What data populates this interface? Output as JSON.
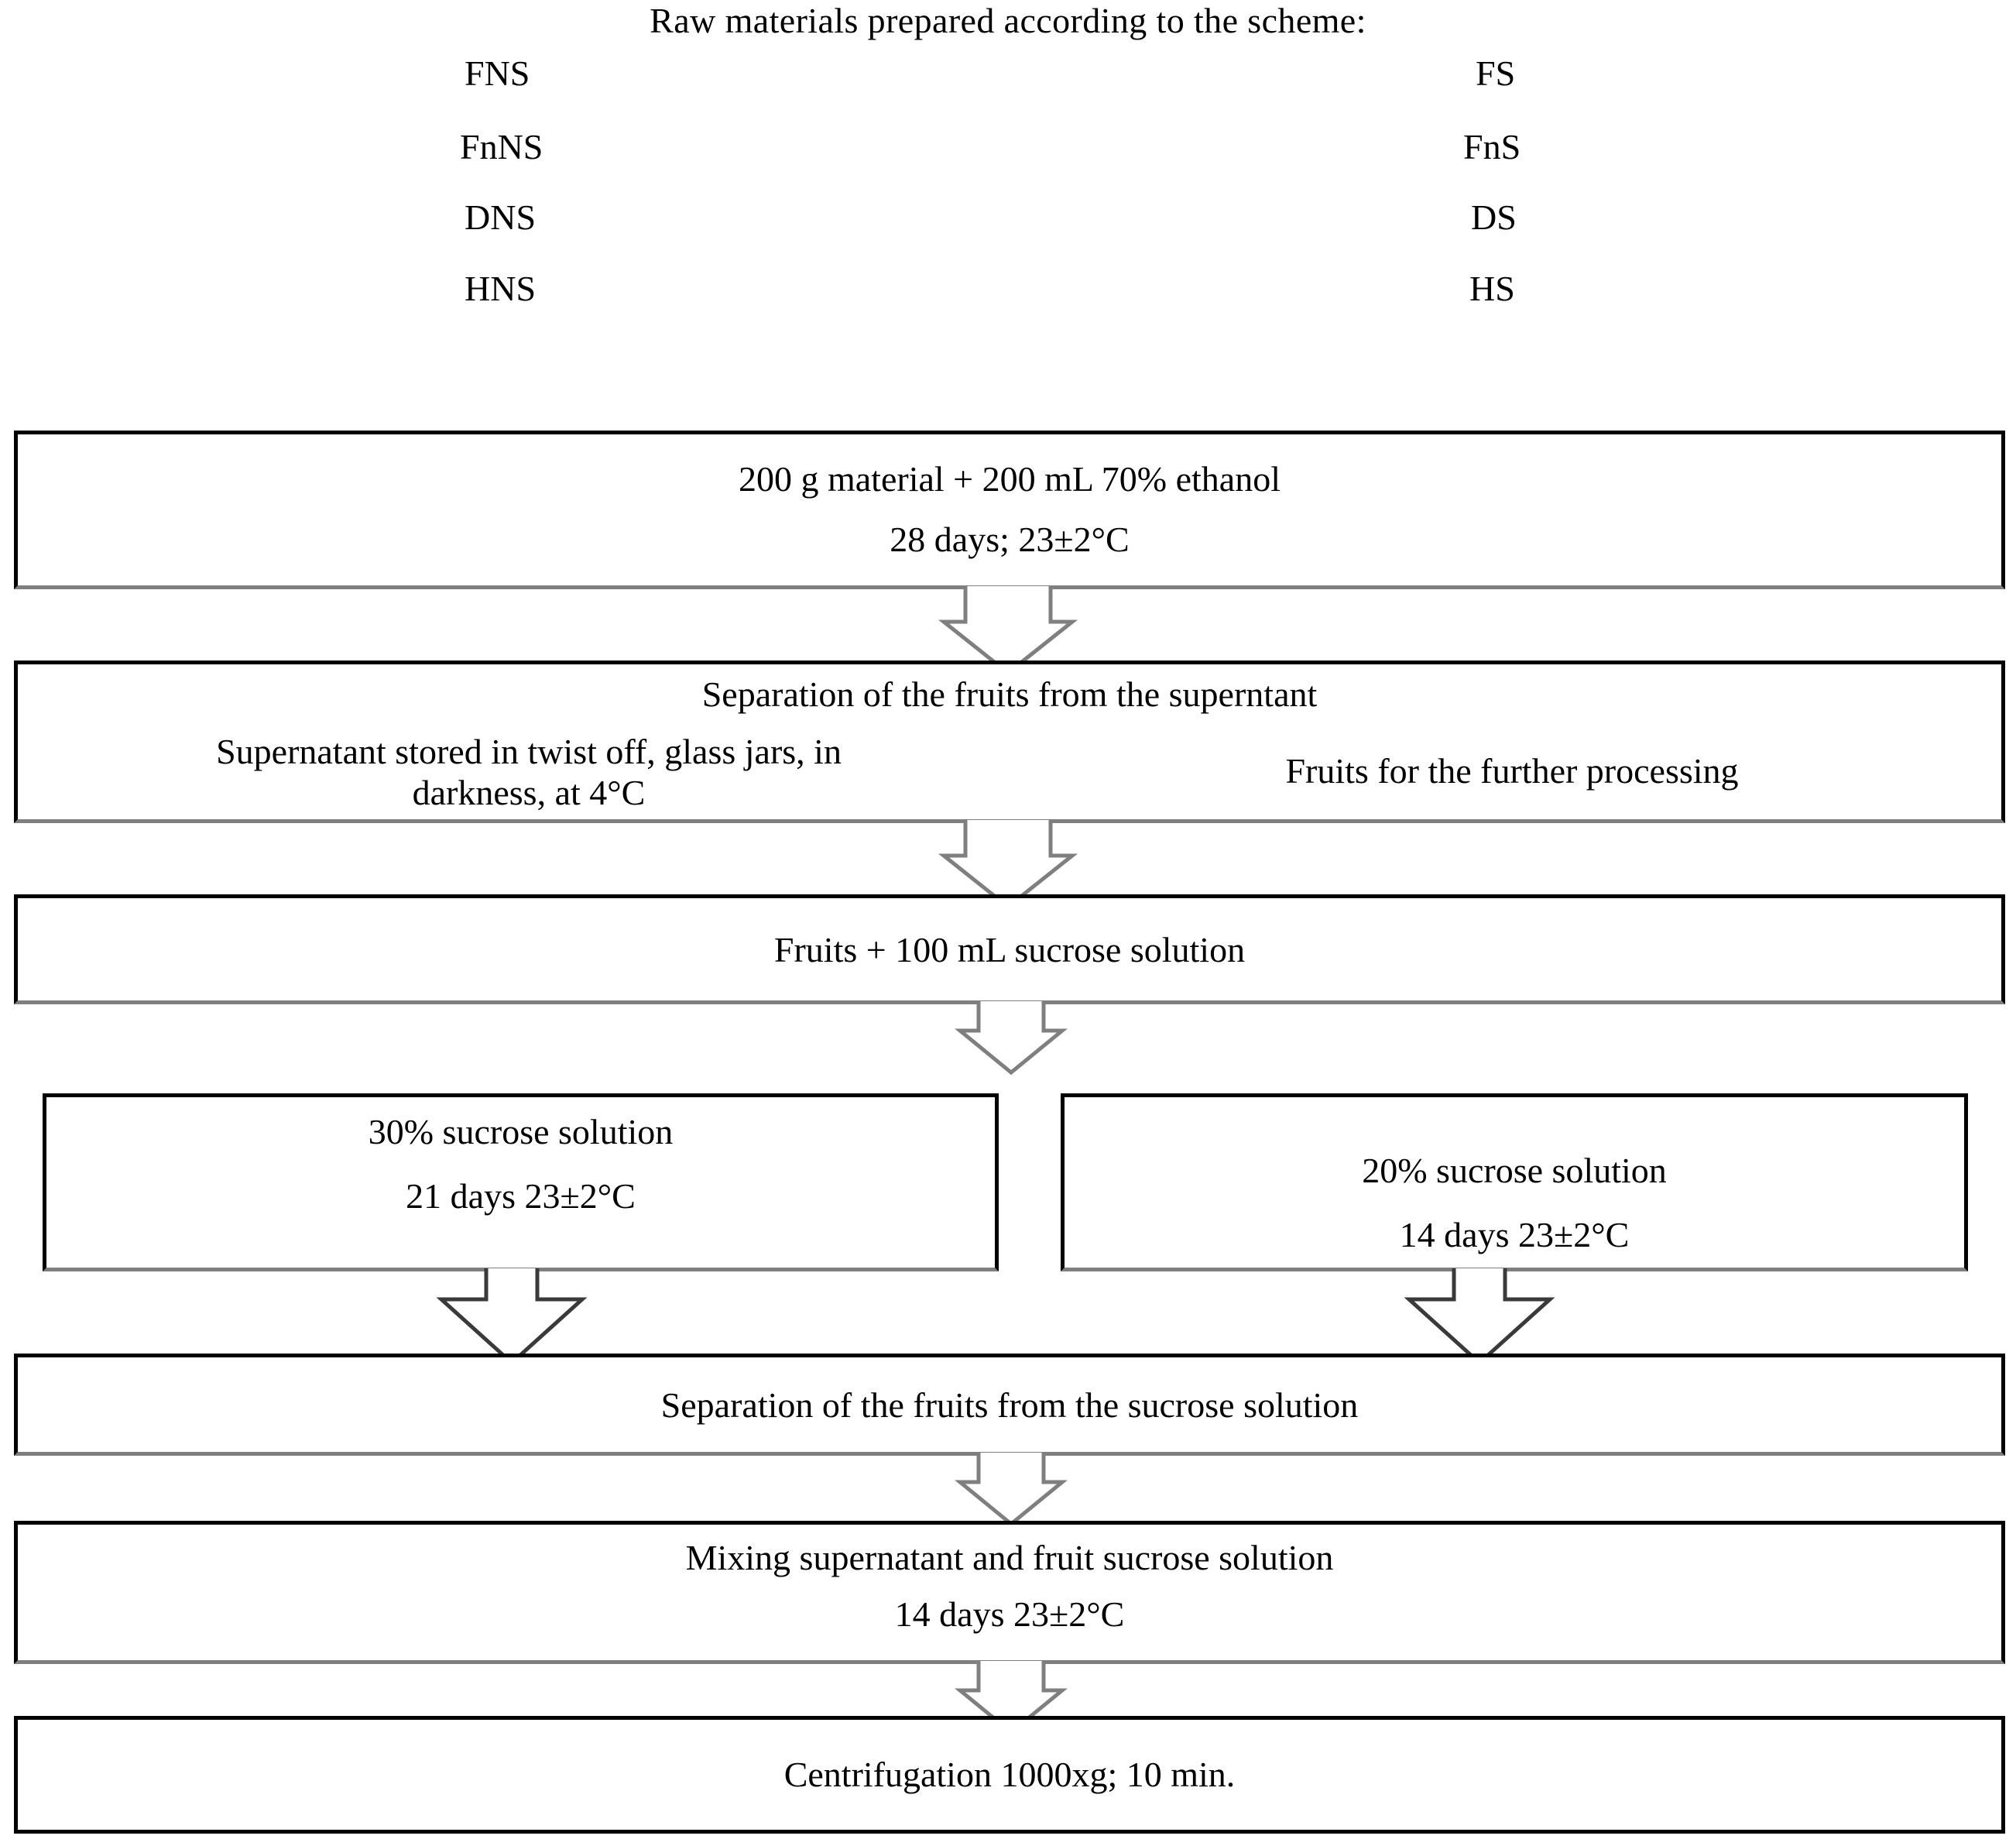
{
  "header": {
    "title": "Raw materials prepared according to the scheme:",
    "left_codes": [
      "FNS",
      "FnNS",
      "DNS",
      "HNS"
    ],
    "right_codes": [
      "FS",
      "FnS",
      "DS",
      "HS"
    ]
  },
  "colors": {
    "box_border": "#000000",
    "arrow_border": "#7f7f7f",
    "background": "#ffffff",
    "text": "#000000"
  },
  "flow": {
    "steps": [
      {
        "id": "extraction",
        "lines": [
          "200 g material + 200 mL 70% ethanol",
          "28 days; 23±2°C"
        ]
      },
      {
        "id": "separation-supernatant",
        "lines": [
          "Separation of the fruits from the superntant",
          "Supernatant stored in twist off, glass jars, in",
          "darkness, at 4°C",
          "Fruits for the further processing"
        ]
      },
      {
        "id": "fruits-sucrose",
        "lines": [
          "Fruits + 100 mL sucrose solution"
        ]
      },
      {
        "id": "sucrose-30",
        "lines": [
          "30% sucrose solution",
          "21 days 23±2°C"
        ]
      },
      {
        "id": "sucrose-20",
        "lines": [
          "20% sucrose solution",
          "14 days 23±2°C"
        ]
      },
      {
        "id": "separation-sucrose",
        "lines": [
          "Separation of the fruits from the sucrose solution"
        ]
      },
      {
        "id": "mixing",
        "lines": [
          "Mixing  supernatant and fruit sucrose solution",
          "14 days 23±2°C"
        ]
      },
      {
        "id": "centrifugation",
        "lines": [
          "Centrifugation 1000xg; 10 min."
        ]
      }
    ]
  }
}
